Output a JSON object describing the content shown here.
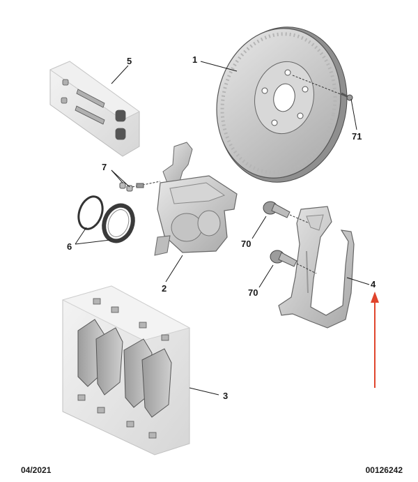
{
  "callouts": {
    "c1": "1",
    "c2": "2",
    "c3": "3",
    "c4": "4",
    "c5": "5",
    "c6": "6",
    "c7": "7",
    "c70a": "70",
    "c70b": "70",
    "c71": "71"
  },
  "footer": {
    "date": "04/2021",
    "reference": "00126242"
  },
  "highlight": {
    "arrow_color": "#e0442c",
    "points_to_callout": "4"
  },
  "parts_shown": [
    "brake-disc",
    "brake-caliper",
    "brake-pad-set",
    "caliper-carrier-bracket",
    "guide-pin-kit",
    "piston-seal-kit",
    "bleed-screw",
    "carrier-bolt",
    "disc-screw"
  ]
}
